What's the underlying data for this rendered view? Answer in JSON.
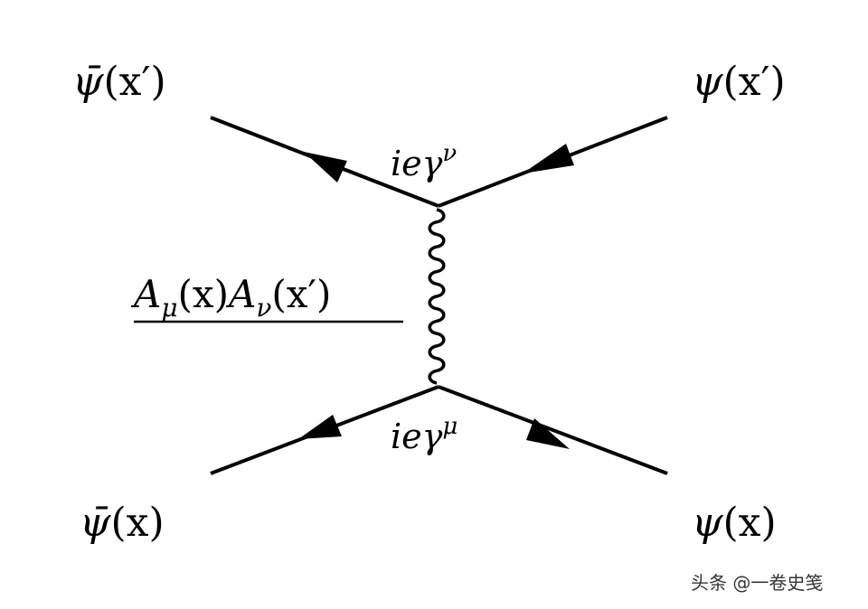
{
  "diagram": {
    "labels": {
      "top_left": {
        "symbol": "ψ̄",
        "arg": "(x′)"
      },
      "top_right": {
        "symbol": "ψ",
        "arg": "(x′)"
      },
      "bottom_left": {
        "symbol": "ψ̄",
        "arg": "(x)"
      },
      "bottom_right": {
        "symbol": "ψ",
        "arg": "(x)"
      },
      "vertex_top": {
        "base": "ieγ",
        "sup": "ν"
      },
      "vertex_bottom": {
        "base": "ieγ",
        "sup": "μ"
      },
      "propagator": {
        "a1": "A",
        "s1": "μ",
        "x1": "(x)",
        "a2": "A",
        "s2": "ν",
        "x2": "(x′)"
      }
    },
    "watermark": "头条 @一卷史笺",
    "colors": {
      "line": "#000000",
      "background": "#ffffff",
      "watermark": "#333333"
    }
  }
}
